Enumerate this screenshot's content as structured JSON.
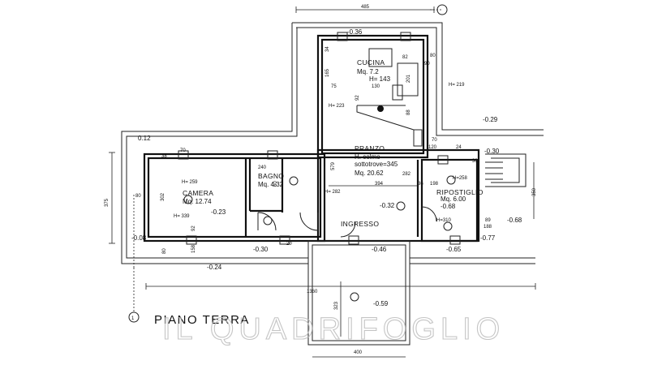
{
  "plan": {
    "title": "PIANO TERRA",
    "axis_label": "1",
    "watermark": "IL QUADRIFOGLIO",
    "rooms": {
      "cucina": {
        "name": "CUCINA",
        "area": "Mq. 7.2",
        "height": "H= 143"
      },
      "pranzo": {
        "name": "PRANZO",
        "line1": "H. colmo",
        "line2": "sottotrove=345",
        "area": "Mq. 20.62"
      },
      "camera": {
        "name": "CAMERA",
        "area": "Mq. 12.74"
      },
      "bagno": {
        "name": "BAGNO",
        "area": "Mq. 4.32"
      },
      "ripostiglio": {
        "name": "RIPOSTIGLIO",
        "area": "Mq. 6.00"
      },
      "ingresso": {
        "name": "INGRESSO"
      }
    },
    "levels": {
      "l1": "-0.36",
      "l2": "-0.29",
      "l3": "0.12",
      "l4": "-0.30",
      "l5": "-0.23",
      "l6": "-0.32",
      "l7": "-0.68",
      "l8": "-0.68",
      "l9": "-0.77",
      "l10": "-0.08",
      "l11": "-0.30",
      "l12": "-0.46",
      "l13": "-0.65",
      "l14": "-0.24",
      "l15": "-0.59"
    },
    "dims": {
      "top": "485",
      "left": "375",
      "bottom": "1360",
      "porch_w": "400",
      "porch_h": "323",
      "right": "350",
      "cucina_w": "90",
      "cucina_h": "201",
      "cucina_130": "130",
      "cucina_75": "75",
      "cucina_92": "92",
      "cucina_165": "165",
      "cucina_80": "80",
      "cucina_82": "82",
      "cucina_34": "34",
      "cucina_88": "88",
      "h219": "H= 219",
      "h223": "H= 223",
      "h259": "H= 259",
      "h339": "H= 339",
      "h282a": "H= 282",
      "h282b": "282",
      "h258": "H=258",
      "h310": "H=310",
      "w394": "394",
      "w579": "579",
      "w240": "240",
      "w302": "302",
      "w198": "198",
      "w36": "36",
      "w38": "38",
      "w24": "24",
      "w80a": "80",
      "w80b": "80",
      "w30": "30",
      "w70": "70",
      "w120": "120",
      "w89": "89",
      "w188": "188",
      "w60": "60",
      "w92": "92",
      "w20": "20",
      "w158": "158",
      "w70b": "70"
    }
  }
}
